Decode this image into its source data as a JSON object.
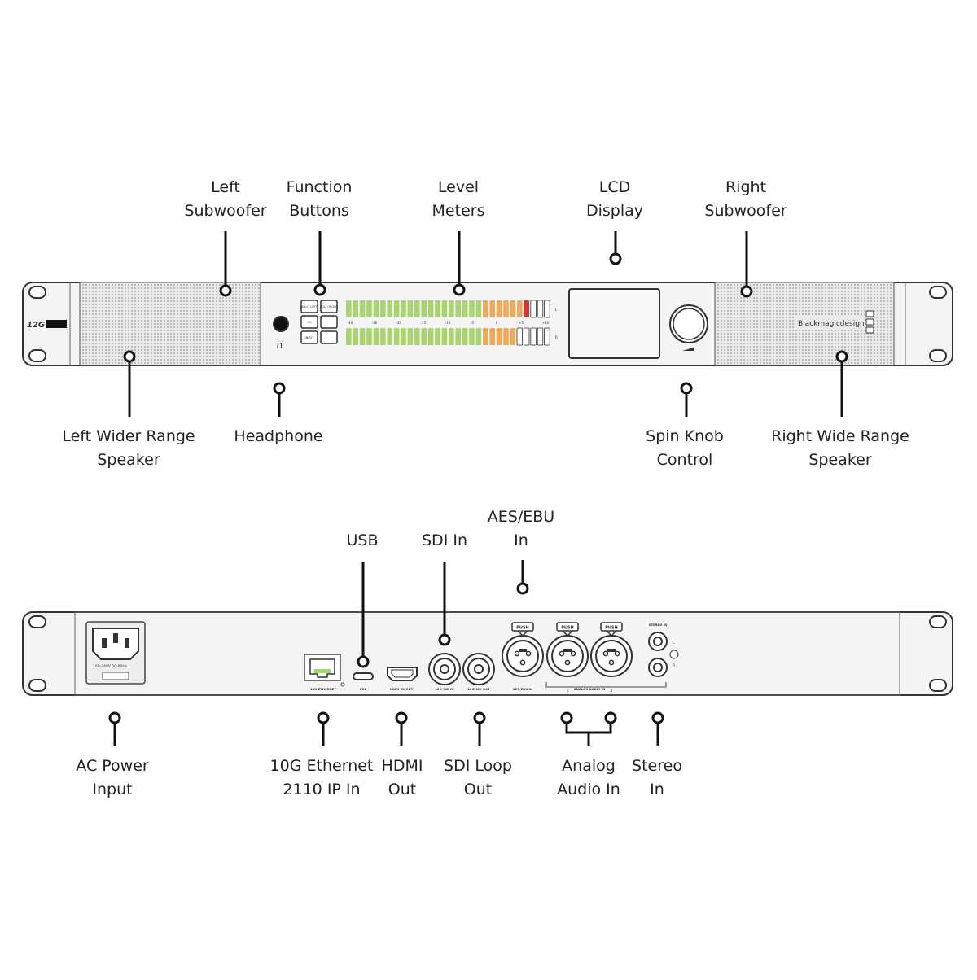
{
  "front_panel": {
    "model_badge": "12G",
    "brand": "Blackmagicdesign",
    "buttons": [
      "SOLO LEFT",
      "SOLO RIGHT",
      "CH",
      "",
      "INPUT",
      ""
    ],
    "meter_scale": [
      "-40",
      "-30",
      "-20",
      "-15",
      "-10",
      "-5",
      "0",
      "+5",
      "+10"
    ],
    "meter_channels": [
      "L",
      "R"
    ],
    "callouts_top": [
      {
        "line1": "Left",
        "line2": "Subwoofer"
      },
      {
        "line1": "Function",
        "line2": "Buttons"
      },
      {
        "line1": "Level",
        "line2": "Meters"
      },
      {
        "line1": "LCD",
        "line2": "Display"
      },
      {
        "line1": "Right",
        "line2": "Subwoofer"
      }
    ],
    "callouts_bottom": [
      {
        "line1": "Left Wider Range",
        "line2": "Speaker"
      },
      {
        "line1": "Headphone",
        "line2": ""
      },
      {
        "line1": "Spin Knob",
        "line2": "Control"
      },
      {
        "line1": "Right Wide Range",
        "line2": "Speaker"
      }
    ]
  },
  "rear_panel": {
    "port_labels": [
      "10G ETHERNET",
      "USB",
      "HDMI 8K OUT",
      "12G-SDI IN",
      "12G-SDI OUT",
      "AES/EBU IN",
      "ANALOG AUDIO IN",
      "STEREO IN"
    ],
    "push_label": "PUSH",
    "power_label": "100-240V  50-60Hz",
    "xlr_labels": [
      "1",
      "2"
    ],
    "stereo_labels": [
      "L",
      "R"
    ],
    "callouts_top": [
      {
        "line1": "USB",
        "line2": ""
      },
      {
        "line1": "SDI In",
        "line2": ""
      },
      {
        "line1": "AES/EBU",
        "line2": "In"
      }
    ],
    "callouts_bottom": [
      {
        "line1": "AC Power",
        "line2": "Input"
      },
      {
        "line1": "10G Ethernet",
        "line2": "2110 IP In"
      },
      {
        "line1": "HDMI",
        "line2": "Out"
      },
      {
        "line1": "SDI Loop",
        "line2": "Out"
      },
      {
        "line1": "Analog",
        "line2": "Audio In"
      },
      {
        "line1": "Stereo",
        "line2": "In"
      }
    ]
  },
  "colors": {
    "green": "#a9d46f",
    "orange": "#f0a957",
    "red": "#e2322b",
    "outline": "#333333",
    "panel": "#f2f2f2"
  }
}
